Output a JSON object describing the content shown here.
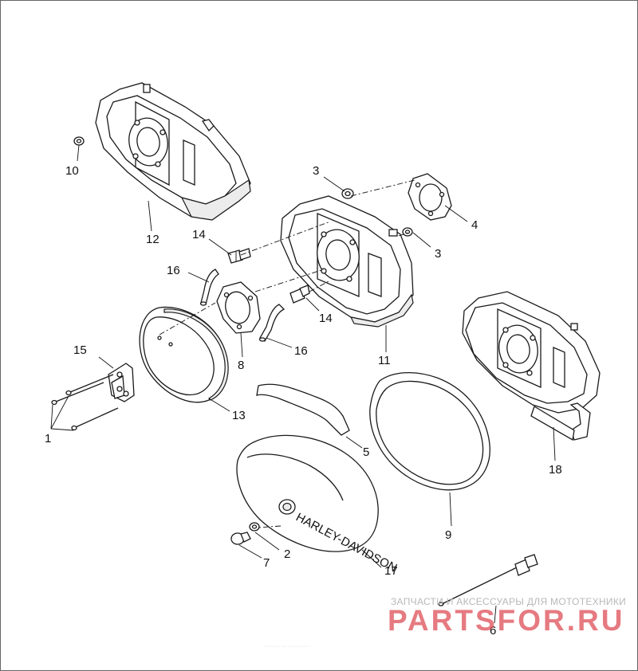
{
  "callouts": {
    "c1": "1",
    "c2": "2",
    "c3a": "3",
    "c3b": "3",
    "c4": "4",
    "c5": "5",
    "c6": "6",
    "c7": "7",
    "c8": "8",
    "c9": "9",
    "c10": "10",
    "c11": "11",
    "c12": "12",
    "c13": "13",
    "c14a": "14",
    "c14b": "14",
    "c15": "15",
    "c16a": "16",
    "c16b": "16",
    "c17": "17",
    "c18": "18"
  },
  "cover_text": "HARLEY-DAVIDSON",
  "watermark": {
    "subtitle": "ЗАПЧАСТИ И АКСЕССУАРЫ ДЛЯ МОТОТЕХНИКИ",
    "logo": "PARTSFOR.RU"
  },
  "footer_text": "········· ··· ···········"
}
